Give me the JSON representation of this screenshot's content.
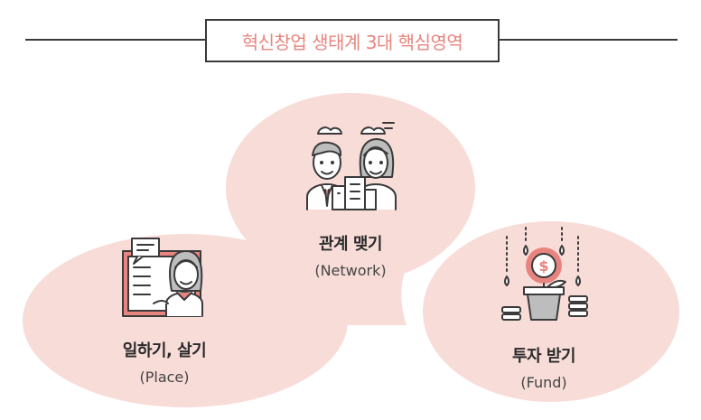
{
  "title": "혁신창업 생태계 3대 핵심영역",
  "areas": [
    {
      "label": "일하기, 살기",
      "sub": "(Place)",
      "icon": "worker-at-board-icon"
    },
    {
      "label": "관계 맺기",
      "sub": "(Network)",
      "icon": "business-people-icon"
    },
    {
      "label": "투자 받기",
      "sub": "(Fund)",
      "icon": "money-plant-icon"
    }
  ],
  "colors": {
    "blob": "#f8dcd8",
    "accent": "#e8847f",
    "line": "#3a3a3a"
  }
}
